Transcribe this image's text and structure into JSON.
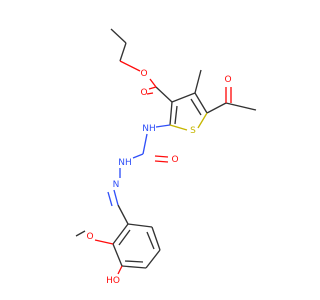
{
  "molecule": {
    "atom_labels": {
      "o_ester_carbonyl": "O",
      "o_ester_ether": "O",
      "o_acetyl": "O",
      "s_thiophene": "S",
      "nh_amide": "NH",
      "o_urea": "O",
      "nh_hydrazide": "NH",
      "n_imine": "N",
      "o_methoxy": "O",
      "ho_phenol": "HO"
    },
    "colors": {
      "carbon_bond": "#333333",
      "oxygen": "#ff0d0d",
      "nitrogen": "#3050f8",
      "sulfur": "#c6b600",
      "background": "#ffffff"
    }
  }
}
